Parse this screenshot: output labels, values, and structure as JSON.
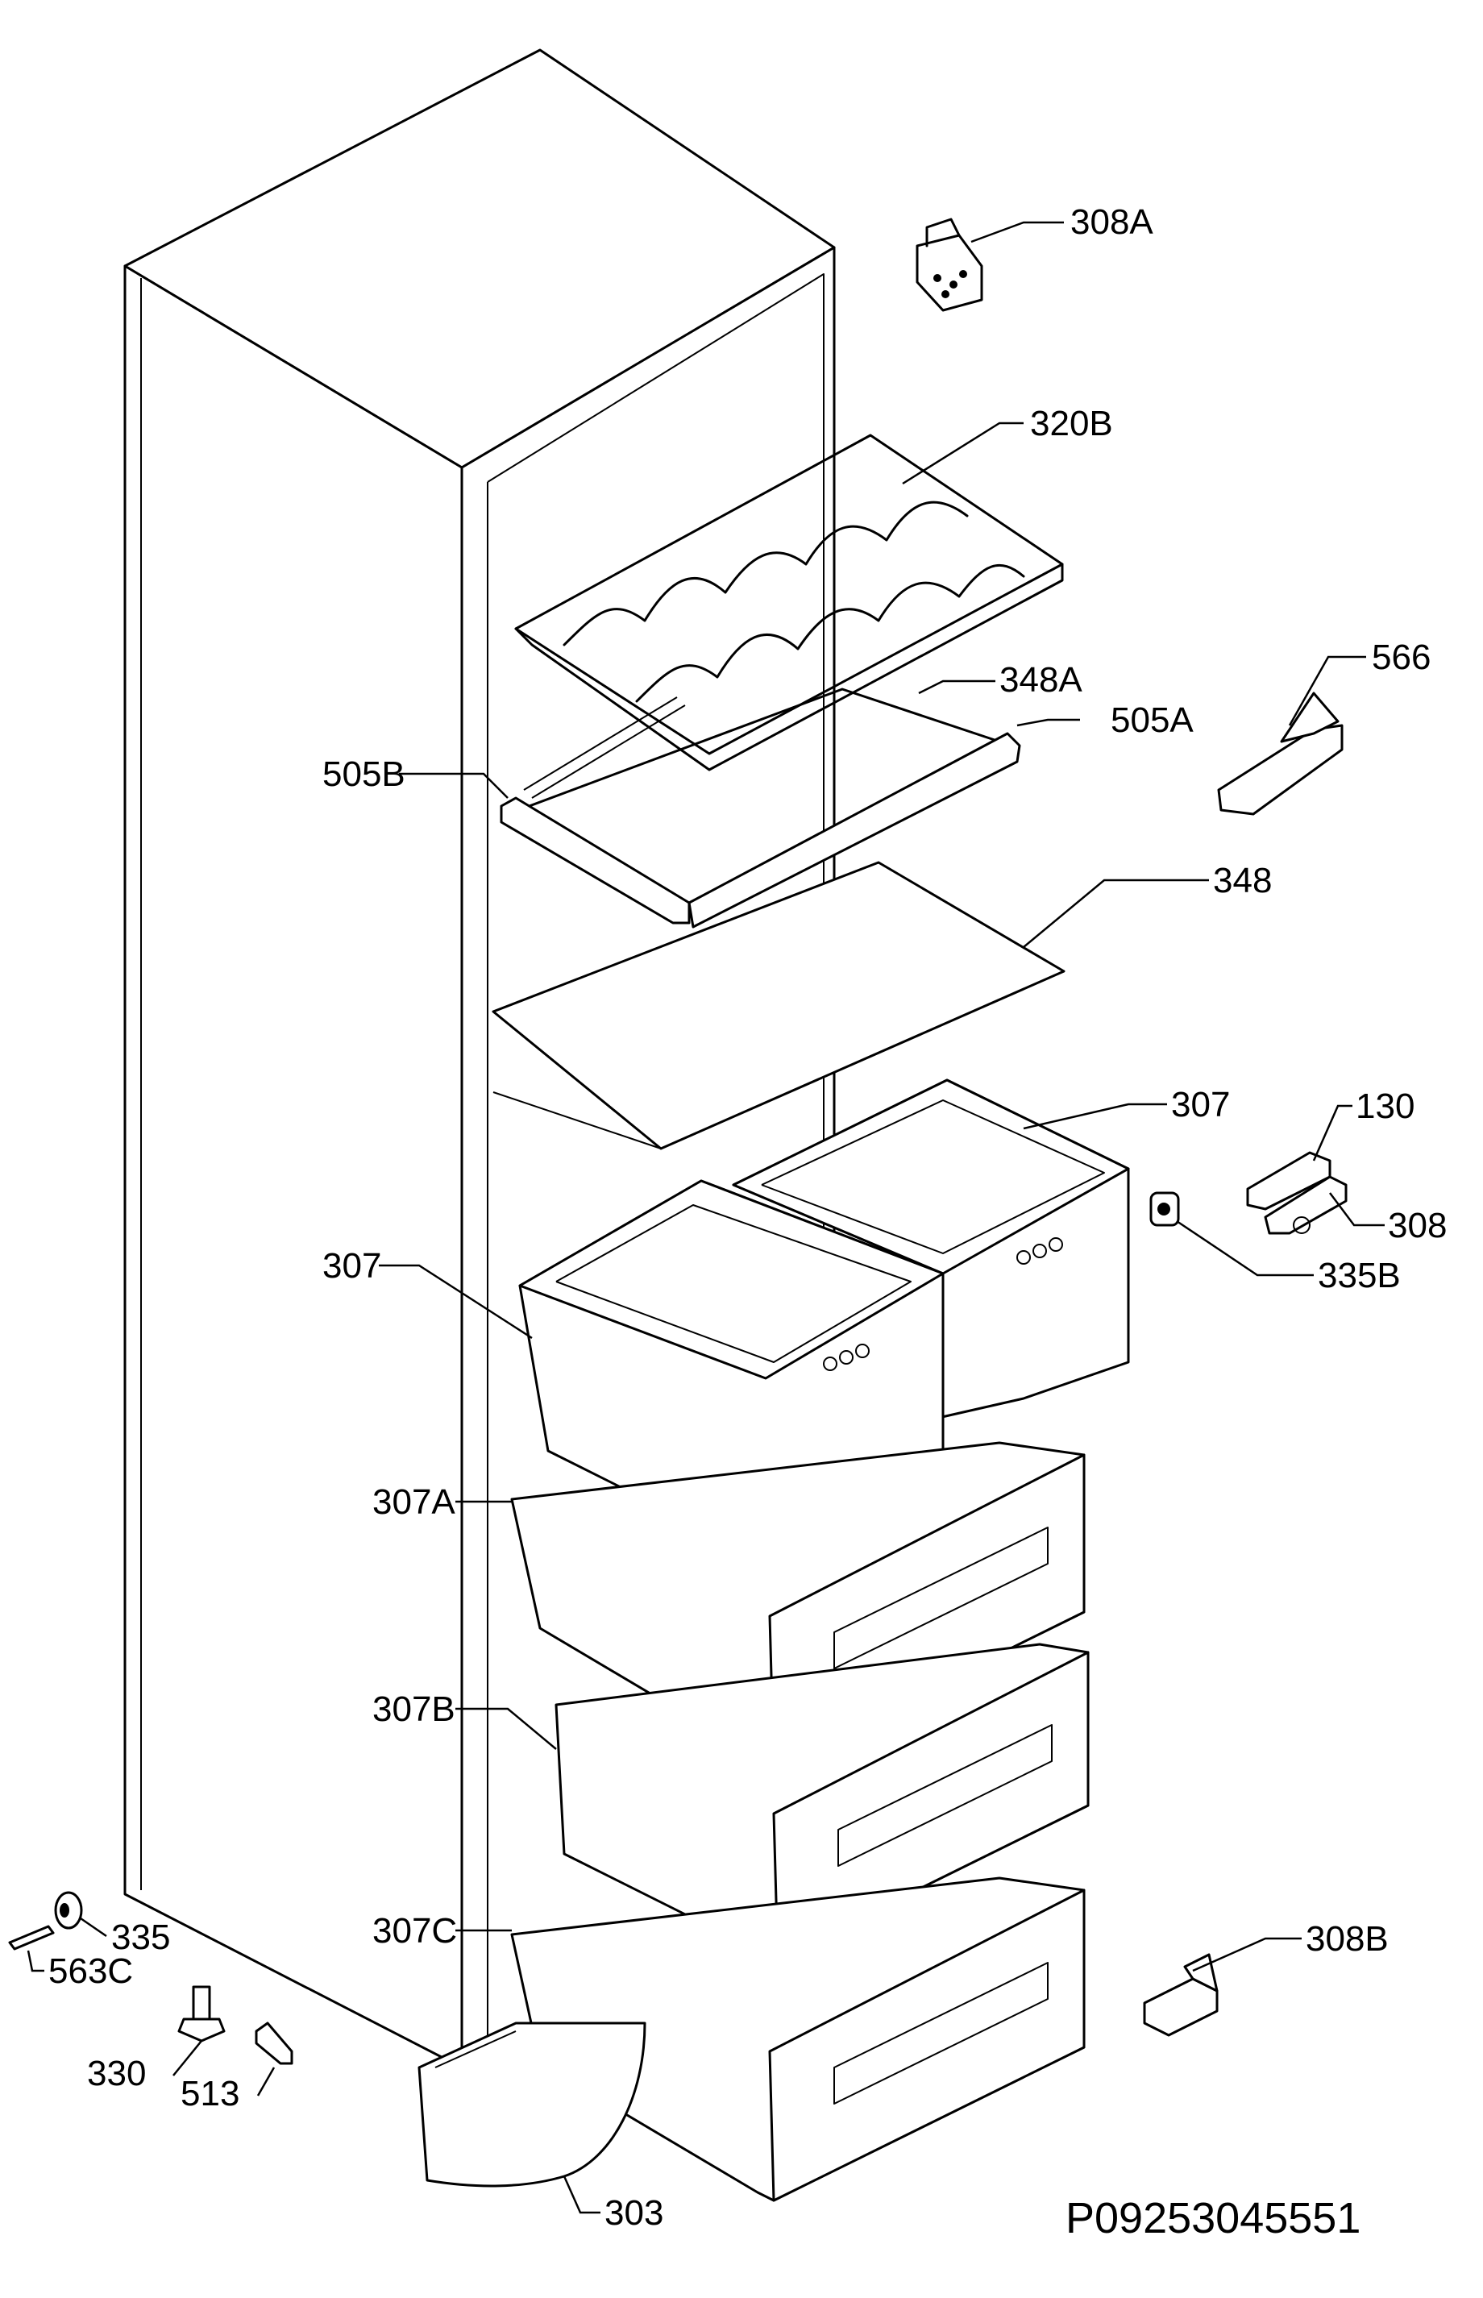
{
  "diagram": {
    "document_code": "P09253045551",
    "labels": {
      "p308A": "308A",
      "p320B": "320B",
      "p566": "566",
      "p348A": "348A",
      "p505A": "505A",
      "p505B": "505B",
      "p348": "348",
      "p307_right": "307",
      "p130": "130",
      "p308": "308",
      "p307_left": "307",
      "p335B": "335B",
      "p307A": "307A",
      "p307B": "307B",
      "p335": "335",
      "p563C": "563C",
      "p307C": "307C",
      "p308B": "308B",
      "p330": "330",
      "p513": "513",
      "p303": "303"
    }
  }
}
